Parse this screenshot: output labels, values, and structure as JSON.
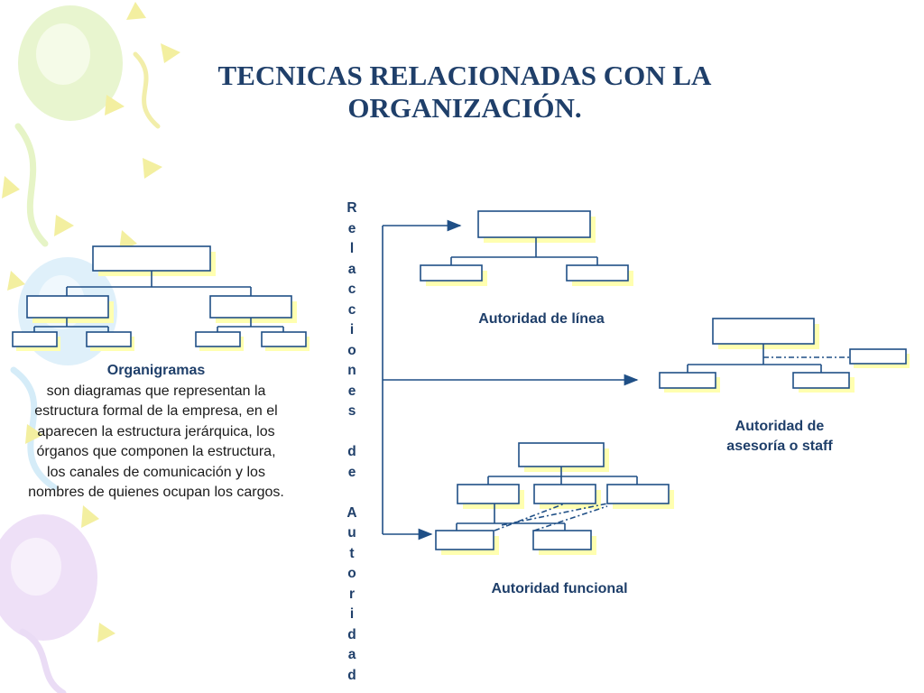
{
  "slide": {
    "title_lines": [
      "TECNICAS RELACIONADAS CON LA",
      "ORGANIZACIÓN."
    ],
    "organigramas": {
      "heading": "Organigramas",
      "body": "son diagramas que representan la estructura formal de la empresa, en el aparecen la estructura jerárquica, los órganos que componen la estructura, los canales de comunicación y los nombres de quienes ocupan los cargos."
    },
    "vertical_label_letters": [
      "R",
      "e",
      "l",
      "a",
      "c",
      "c",
      "i",
      "o",
      "n",
      "e",
      "s",
      "",
      "d",
      "e",
      "",
      "A",
      "u",
      "t",
      "o",
      "r",
      "i",
      "d",
      "a",
      "d"
    ],
    "diagram_labels": {
      "linea": "Autoridad de línea",
      "staff_line1": "Autoridad de",
      "staff_line2": "asesoría o staff",
      "funcional": "Autoridad funcional"
    },
    "colors": {
      "text": "#1f3f6a",
      "box_border": "#1f4f86",
      "box_shadow": "#ffffb0",
      "decor_yellow": "#f4f0a0",
      "decor_green": "#e4f3c8",
      "decor_blue": "#d9eef9",
      "decor_purple": "#ecdcf6"
    }
  }
}
